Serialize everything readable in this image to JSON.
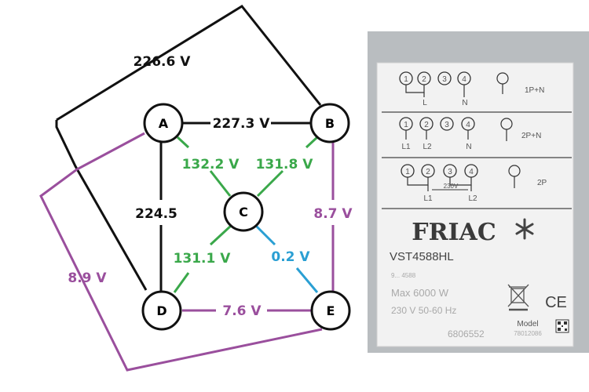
{
  "diagram": {
    "nodes": {
      "A": "A",
      "B": "B",
      "C": "C",
      "D": "D",
      "E": "E"
    },
    "labels": {
      "outer_top": "226.6 V",
      "ab": "227.3 V",
      "ac": "132.2 V",
      "bc": "131.8 V",
      "ad": "224.5",
      "be": "8.7 V",
      "cd": "131.1 V",
      "ce": "0.2 V",
      "outer_left": "8.9 V",
      "de": "7.6 V"
    },
    "colors": {
      "black": "#111111",
      "green": "#3aa84a",
      "purple": "#9a4f9d",
      "blue": "#2a9fd3"
    }
  },
  "plate": {
    "row1": {
      "terminals": [
        "1",
        "2",
        "3",
        "4"
      ],
      "under": [
        "L",
        "N"
      ],
      "mode": "1P+N"
    },
    "row2": {
      "terminals": [
        "1",
        "2",
        "3",
        "4"
      ],
      "under": [
        "L1",
        "L2",
        "N"
      ],
      "mode": "2P+N"
    },
    "row3": {
      "terminals": [
        "1",
        "2",
        "3",
        "4"
      ],
      "under": [
        "L1",
        "230V",
        "L2"
      ],
      "mode": "2P"
    },
    "brand": "FRIAC",
    "model": "VST4588HL",
    "code": "9... 4588",
    "power": "Max 6000 W",
    "supply": "230 V  50-60 Hz",
    "serial": "6806552",
    "model_label": "Model",
    "model_no": "78012086",
    "ce": "CE"
  }
}
